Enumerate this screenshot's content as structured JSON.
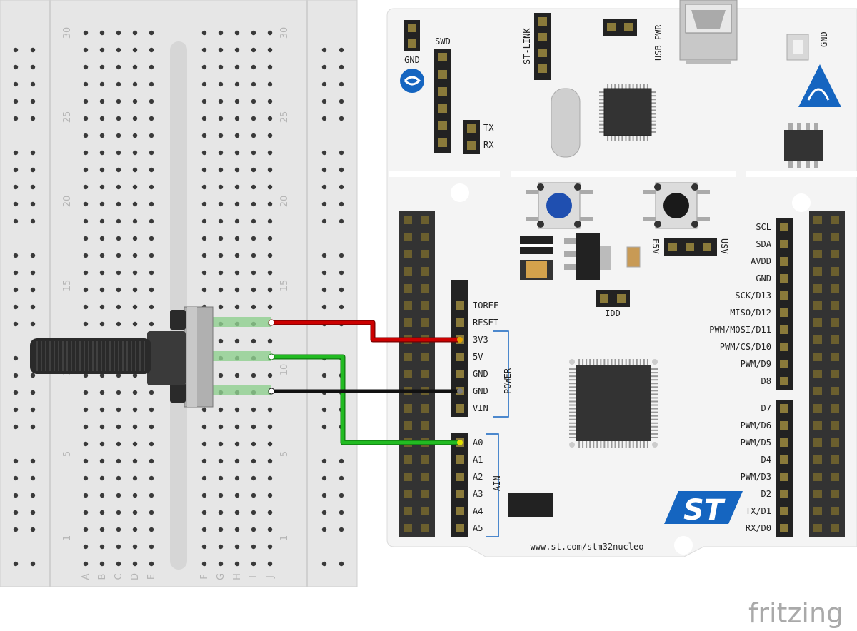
{
  "breadboard": {
    "row_numbers": [
      "30",
      "25",
      "20",
      "15",
      "10",
      "5",
      "1"
    ],
    "columns_left": [
      "A",
      "B",
      "C",
      "D",
      "E"
    ],
    "columns_right": [
      "F",
      "G",
      "H",
      "I",
      "J"
    ]
  },
  "board": {
    "top_labels": {
      "gnd_left": "GND",
      "swd": "SWD",
      "st_link": "ST-LINK",
      "usb_pwr": "USB PWR",
      "gnd_right": "GND",
      "tx": "TX",
      "rx": "RX",
      "e5v": "E5V",
      "usv": "USV",
      "idd": "IDD"
    },
    "left_header_pins": [
      "IOREF",
      "RESET",
      "3V3",
      "5V",
      "GND",
      "GND",
      "VIN"
    ],
    "power_group_label": "POWER",
    "analog_pins": [
      "A0",
      "A1",
      "A2",
      "A3",
      "A4",
      "A5"
    ],
    "analog_group_label": "AIN",
    "right_header_upper": [
      "SCL",
      "SDA",
      "AVDD",
      "GND",
      "SCK/D13",
      "MISO/D12",
      "PWM/MOSI/D11",
      "PWM/CS/D10",
      "PWM/D9",
      "D8"
    ],
    "right_header_lower": [
      "D7",
      "PWM/D6",
      "PWM/D5",
      "D4",
      "PWM/D3",
      "D2",
      "TX/D1",
      "RX/D0"
    ],
    "url": "www.st.com/stm32nucleo",
    "logo": "ST"
  },
  "wires": [
    {
      "color": "#cc0000",
      "from": "potentiometer pin 1",
      "to": "3V3"
    },
    {
      "color": "#22bb22",
      "from": "potentiometer wiper",
      "to": "A0"
    },
    {
      "color": "#111111",
      "from": "potentiometer pin 3",
      "to": "GND"
    }
  ],
  "watermark": "fritzing"
}
